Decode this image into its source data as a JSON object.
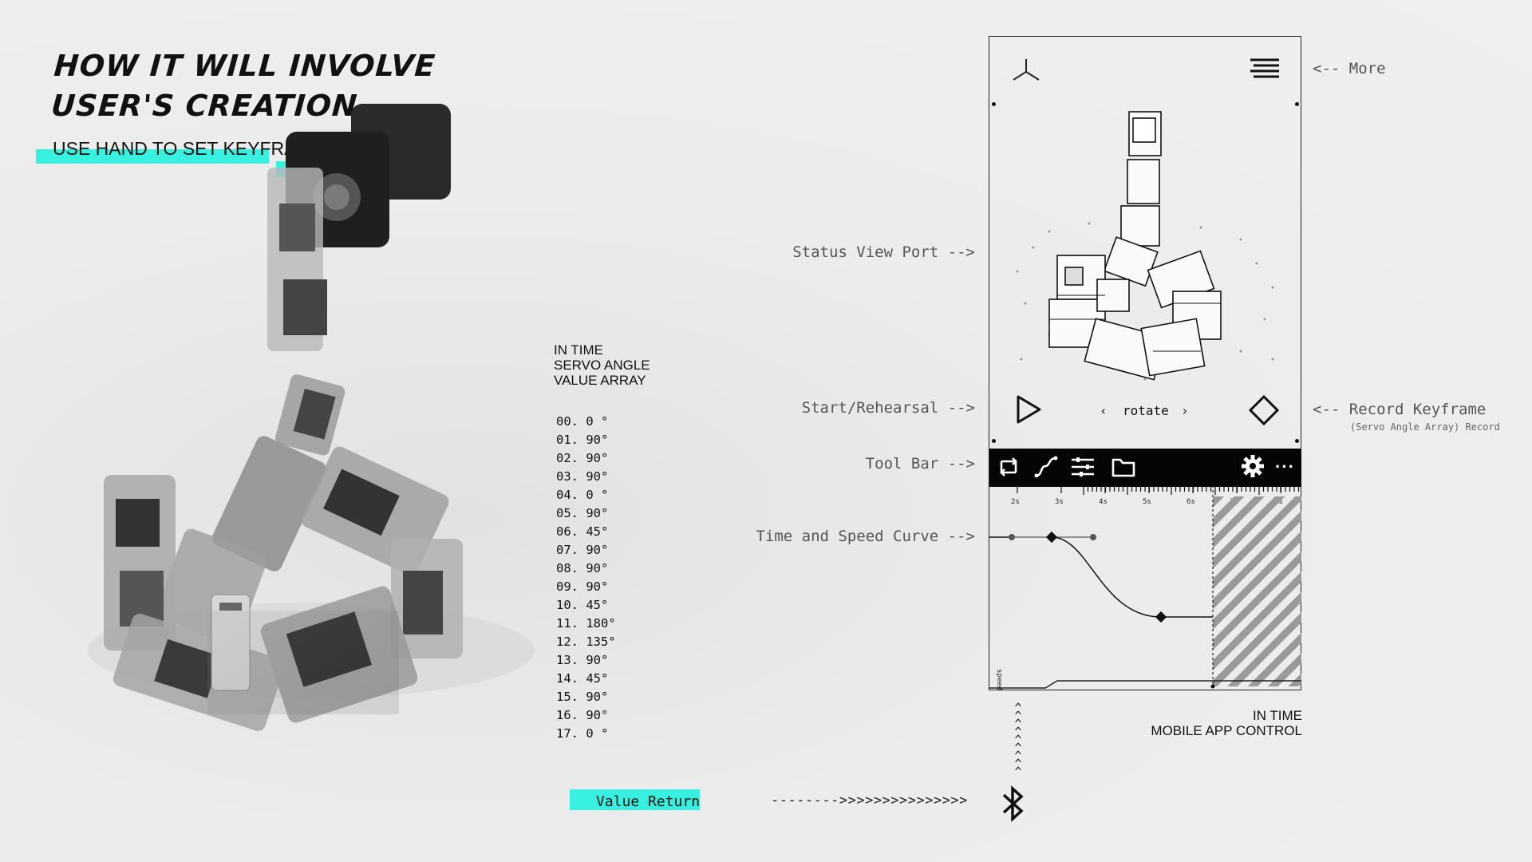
{
  "header": {
    "title_line1": "HOW IT WILL INVOLVE",
    "title_line2": "USER'S CREATION",
    "subtitle": "USE HAND TO SET KEYFRAMES"
  },
  "servo_array": {
    "heading_line1": "IN TIME",
    "heading_line2": "SERVO ANGLE",
    "heading_line3": "VALUE ARRAY",
    "values": [
      "00. 0 °",
      "01. 90°",
      "02. 90°",
      "03. 90°",
      "04. 0 °",
      "05. 90°",
      "06. 45°",
      "07. 90°",
      "08. 90°",
      "09. 90°",
      "10. 45°",
      "11. 180°",
      "12. 135°",
      "13. 90°",
      "14. 45°",
      "15. 90°",
      "16. 90°",
      "17. 0 °"
    ]
  },
  "value_return": {
    "label": "Value Return",
    "arrow": "-------->>>>>>>>>>>>>>>"
  },
  "labels": {
    "more": "<-- More",
    "status_view_port": "Status View Port -->",
    "start_rehearsal": "Start/Rehearsal -->",
    "record_keyframe": "<-- Record Keyframe",
    "record_note": "(Servo Angle Array) Record",
    "tool_bar": "Tool Bar -->",
    "time_speed_curve": "Time and Speed Curve -->"
  },
  "phone": {
    "rotate_label": "rotate",
    "prev": "‹",
    "next": "›",
    "time_ticks": [
      "2s",
      "3s",
      "4s",
      "5s",
      "6s",
      "7s",
      "8s"
    ],
    "speed_label": "speed",
    "toolbar_icons": [
      "loop-icon",
      "curve-icon",
      "sliders-icon",
      "folder-icon",
      "gear-icon",
      "more-dots-icon"
    ],
    "more_dots": "···"
  },
  "footer": {
    "line1": "IN TIME",
    "line2": "MOBILE APP CONTROL"
  },
  "colors": {
    "accent": "#38f0e0",
    "ink": "#111111",
    "label_gray": "#555555"
  }
}
